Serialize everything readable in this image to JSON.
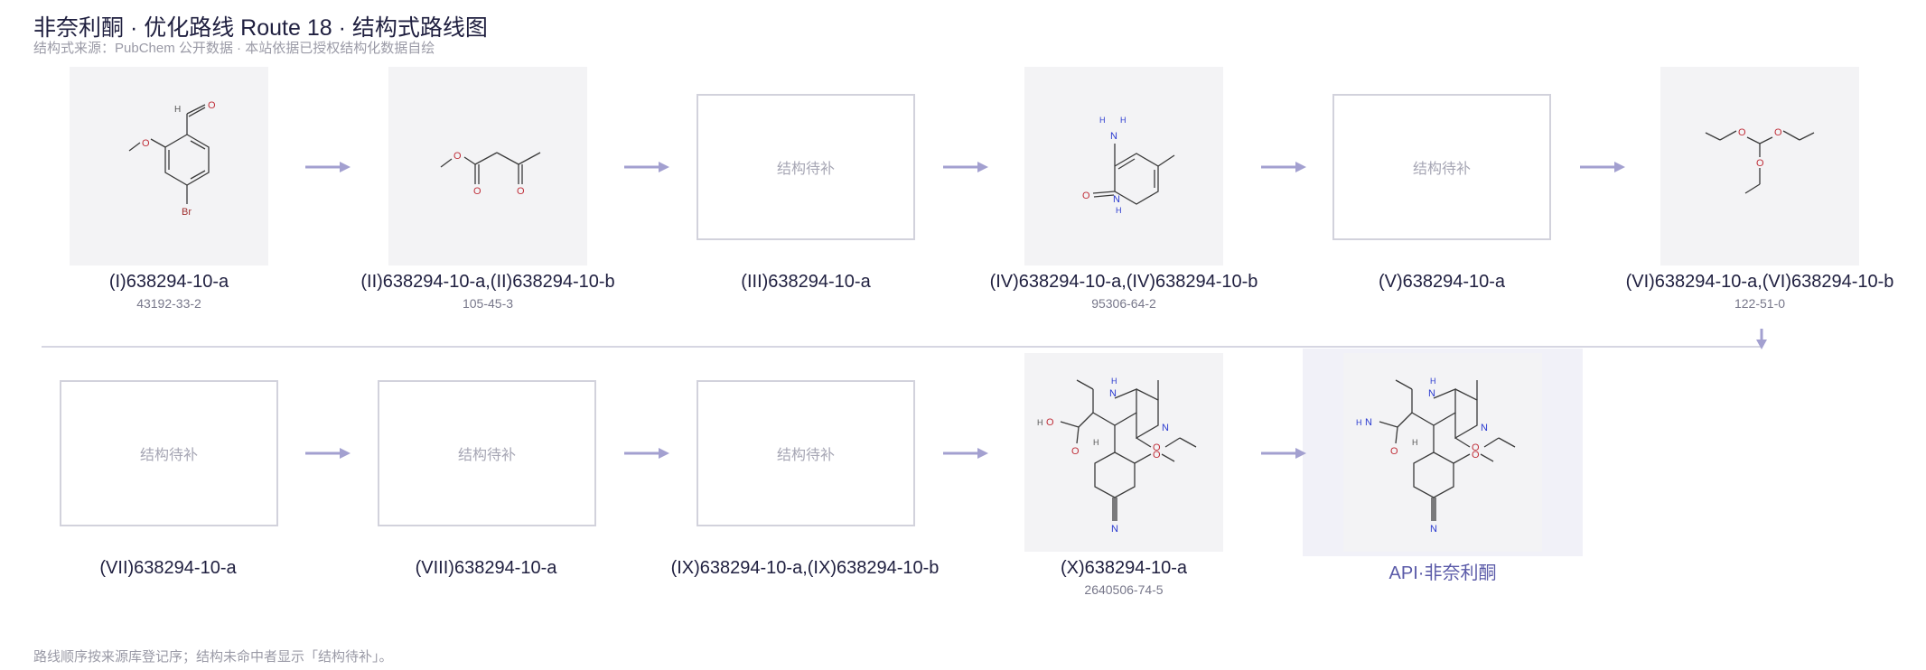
{
  "header": {
    "title": "非奈利酮 · 优化路线 Route 18 · 结构式路线图",
    "subtitle": "结构式来源：PubChem 公开数据 · 本站依据已授权结构化数据自绘"
  },
  "placeholder_text": "结构待补",
  "nodes": [
    {
      "label": "(I)638294-10-a",
      "cas": "43192-33-2"
    },
    {
      "label": "(II)638294-10-a,(II)638294-10-b",
      "cas": "105-45-3"
    },
    {
      "label": "(III)638294-10-a",
      "cas": ""
    },
    {
      "label": "(IV)638294-10-a,(IV)638294-10-b",
      "cas": "95306-64-2"
    },
    {
      "label": "(V)638294-10-a",
      "cas": ""
    },
    {
      "label": "(VI)638294-10-a,(VI)638294-10-b",
      "cas": "122-51-0"
    },
    {
      "label": "(VII)638294-10-a",
      "cas": ""
    },
    {
      "label": "(VIII)638294-10-a",
      "cas": ""
    },
    {
      "label": "(IX)638294-10-a,(IX)638294-10-b",
      "cas": ""
    },
    {
      "label": "(X)638294-10-a",
      "cas": "2640506-74-5"
    },
    {
      "label": "API·非奈利酮",
      "cas": ""
    }
  ],
  "atom_labels": {
    "O": "O",
    "N": "N",
    "H": "H",
    "Br": "Br",
    "HN": "HN"
  },
  "footer": "路线顺序按来源库登记序；结构未命中者显示「结构待补」。",
  "colors": {
    "arrow": "#a3a0d0",
    "oxygen": "#c0303a",
    "nitrogen": "#2a3ad0",
    "bromine": "#a03030",
    "bond": "#3a3a3a",
    "api_label": "#5a5aa8"
  }
}
